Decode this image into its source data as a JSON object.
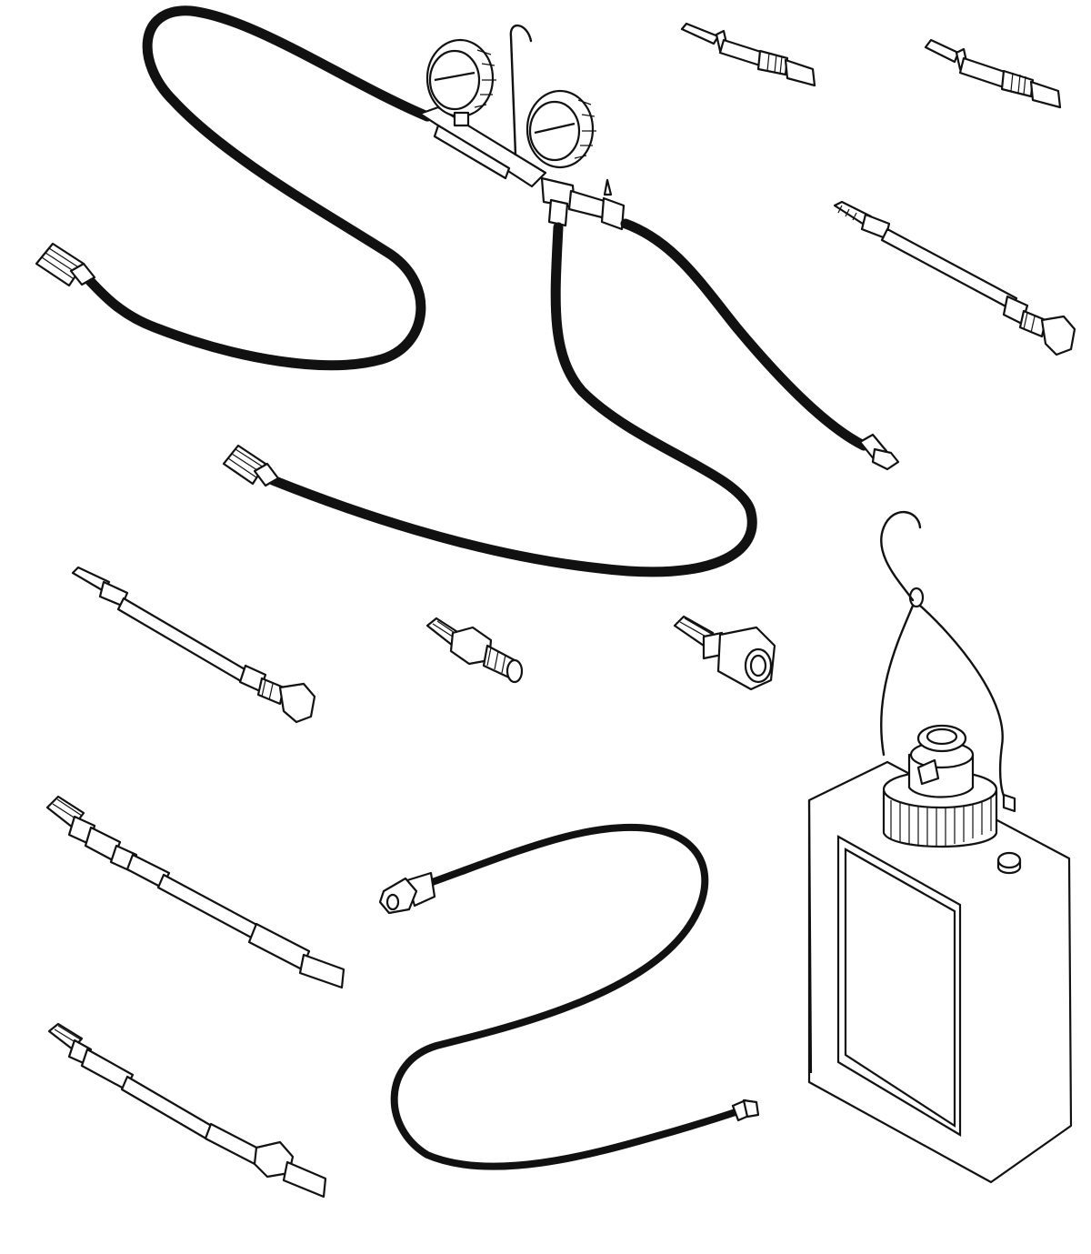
{
  "figure": {
    "background": "#ffffff",
    "line_color": "#111111",
    "items": [
      "manifold-gauge-set",
      "service-hose-1",
      "service-hose-2",
      "service-hose-3",
      "coupler-adapter-1",
      "coupler-adapter-2",
      "extension-adapter-1",
      "extension-adapter-2",
      "extension-adapter-3",
      "flare-adapter",
      "female-nut-adapter",
      "long-adapter-1",
      "long-adapter-2",
      "hose-with-elbow",
      "oil-bottle-with-hook"
    ]
  }
}
